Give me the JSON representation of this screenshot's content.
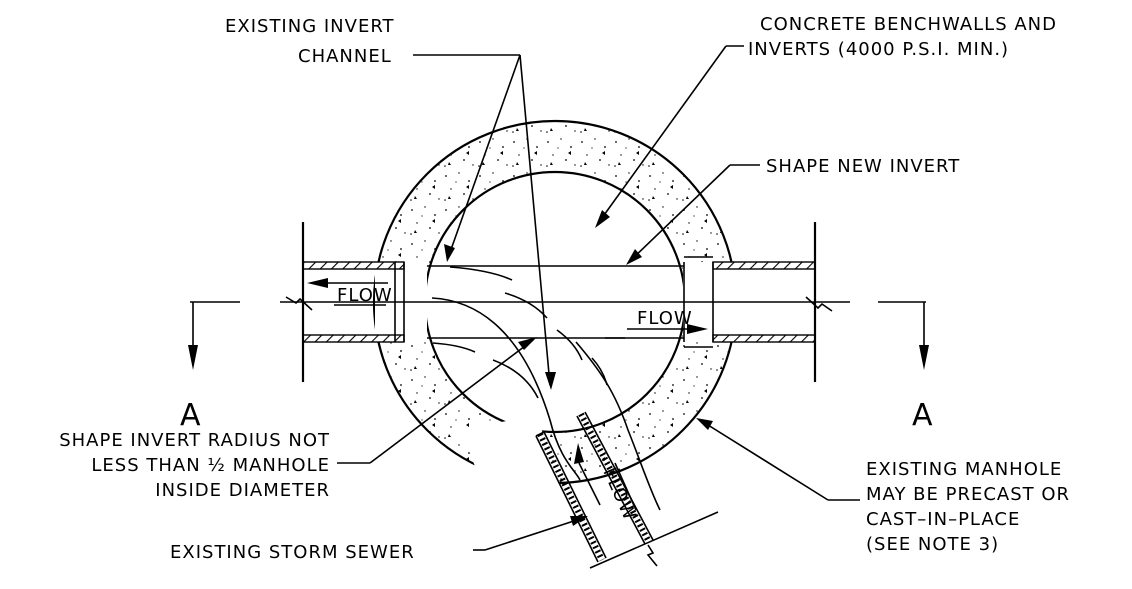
{
  "labels": {
    "existing_invert_line1": "EXISTING INVERT",
    "existing_invert_line2": "CHANNEL",
    "benchwalls_line1": "CONCRETE BENCHWALLS AND",
    "benchwalls_line2": "INVERTS (4000 P.S.I. MIN.)",
    "shape_new_invert": "SHAPE NEW INVERT",
    "flow": "FLOW",
    "section_mark": "A",
    "radius_line1": "SHAPE INVERT RADIUS NOT",
    "radius_line2": "LESS THAN ½ MANHOLE",
    "radius_line3": "INSIDE DIAMETER",
    "manhole_line1": "EXISTING MANHOLE",
    "manhole_line2": "MAY BE PRECAST OR",
    "manhole_line3": "CAST–IN–PLACE",
    "manhole_line4": "(SEE NOTE 3)",
    "storm_sewer": "EXISTING STORM SEWER"
  },
  "colors": {
    "ink": "#000000",
    "paper": "#ffffff"
  }
}
